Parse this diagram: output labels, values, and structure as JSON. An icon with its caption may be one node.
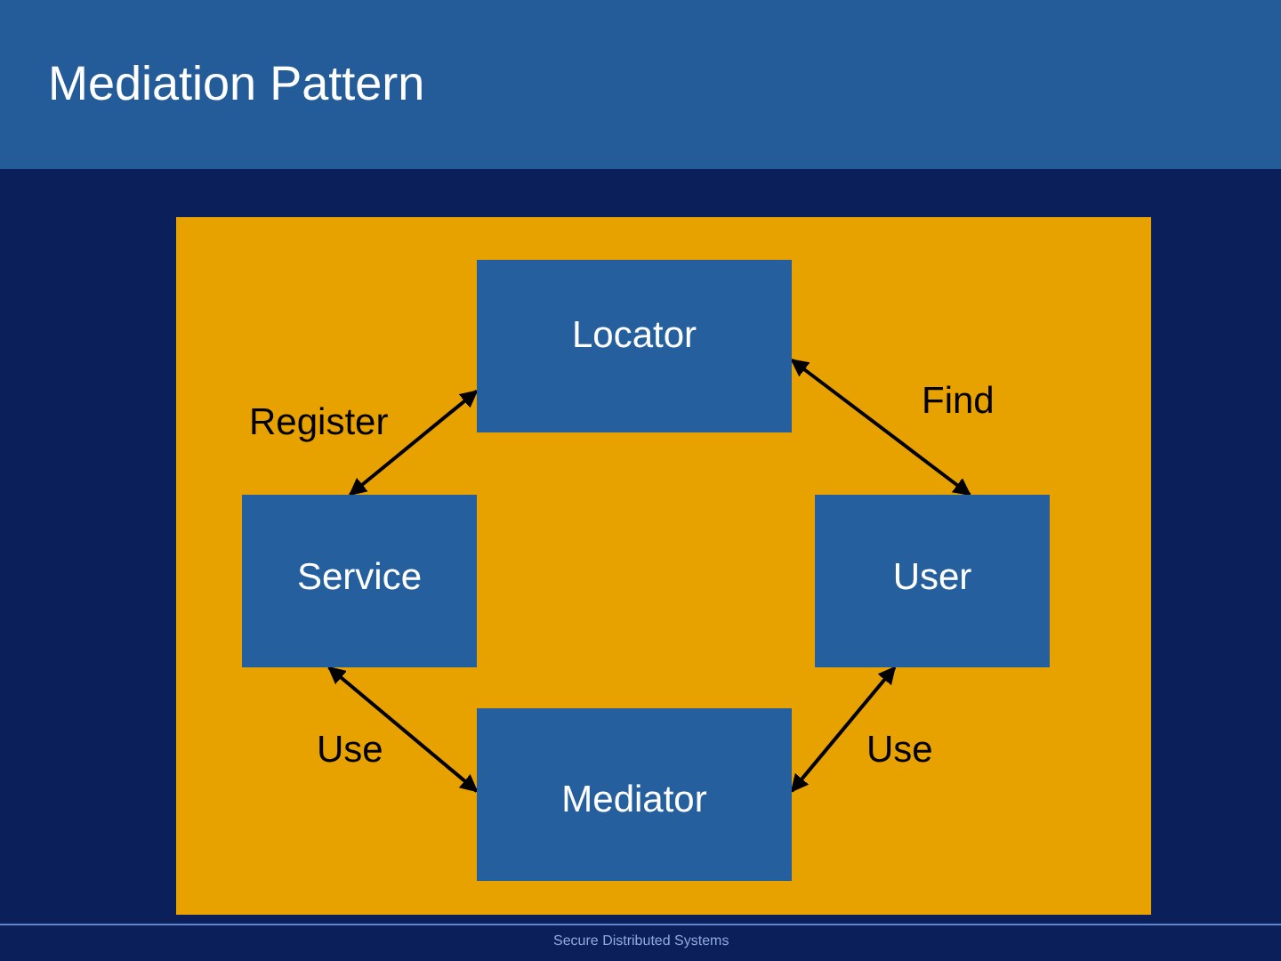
{
  "diagram": {
    "title": "Mediation Pattern",
    "nodes": [
      {
        "text": [
          "Locator"
        ]
      },
      {
        "text": [
          "Service"
        ]
      },
      {
        "text": [
          "User"
        ]
      },
      {
        "text": [
          "Mediator"
        ]
      }
    ],
    "edges": [
      {
        "from": 1,
        "to": 0,
        "arrow": "both",
        "label": "Register"
      },
      {
        "from": 0,
        "to": 2,
        "arrow": "both",
        "label": "Find"
      },
      {
        "from": 1,
        "to": 3,
        "arrow": "both",
        "label": "Use"
      },
      {
        "from": 2,
        "to": 3,
        "arrow": "both",
        "label": "Use"
      }
    ],
    "labels": [
      "Secure Distributed Systems"
    ]
  }
}
